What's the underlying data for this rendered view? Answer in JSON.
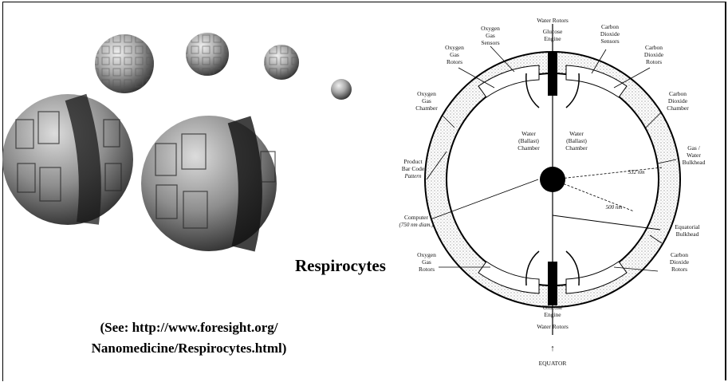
{
  "title": "Respirocytes",
  "caption": {
    "line1": "(See:  http://www.foresight.org/",
    "line2": "Nanomedicine/Respirocytes.html)"
  },
  "diagram": {
    "top_label": "Water Rotors",
    "bottom_label": "Water Rotors",
    "equator": "EQUATOR",
    "arrow": "↑",
    "left_labels": {
      "oxygen_sensors": [
        "Oxygen",
        "Gas",
        "Sensors"
      ],
      "oxygen_rotors_top": [
        "Oxygen",
        "Gas",
        "Rotors"
      ],
      "oxygen_chamber": [
        "Oxygen",
        "Gas",
        "Chamber"
      ],
      "product_bar_code": [
        "Product",
        "Bar Code",
        "Pattern"
      ],
      "computer": [
        "Computer",
        "(750 nm diam.)"
      ],
      "oxygen_rotors_bottom": [
        "Oxygen",
        "Gas",
        "Rotors"
      ]
    },
    "right_labels": {
      "co2_sensors": [
        "Carbon",
        "Dioxide",
        "Sensors"
      ],
      "co2_rotors_top": [
        "Carbon",
        "Dioxide",
        "Rotors"
      ],
      "co2_chamber": [
        "Carbon",
        "Dioxide",
        "Chamber"
      ],
      "gas_water_bulkhead": [
        "Gas /",
        "Water",
        "Bulkhead"
      ],
      "equatorial_bulkhead": [
        "Equatorial",
        "Bulkhead"
      ],
      "co2_rotors_bottom": [
        "Carbon",
        "Dioxide",
        "Rotors"
      ]
    },
    "center_labels": {
      "glucose_engine_top": [
        "Glucose",
        "Engine"
      ],
      "glucose_engine_bottom": [
        "Glucose",
        "Engine"
      ],
      "water_chamber_left": [
        "Water",
        "(Ballast)",
        "Chamber"
      ],
      "water_chamber_right": [
        "Water",
        "(Ballast)",
        "Chamber"
      ],
      "radius_outer": "532 nm",
      "radius_inner": "500 nm"
    }
  },
  "colors": {
    "ink": "#000000",
    "sphere_light": "#d9d9d9",
    "sphere_dark": "#3a3a3a",
    "stipple": "#9a9a9a"
  }
}
